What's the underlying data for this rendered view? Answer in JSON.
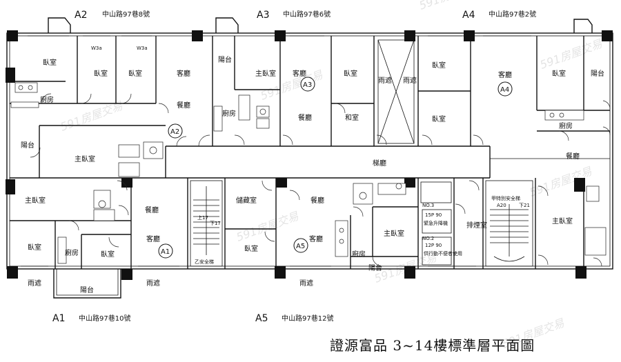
{
  "title": "證源富品 3~14樓標準層平面圖",
  "units": [
    {
      "code": "A2",
      "address": "中山路97巷8號"
    },
    {
      "code": "A3",
      "address": "中山路97巷6號"
    },
    {
      "code": "A4",
      "address": "中山路97巷2號"
    },
    {
      "code": "A1",
      "address": "中山路97巷10號"
    },
    {
      "code": "A5",
      "address": "中山路97巷12號"
    }
  ],
  "unit_markers": [
    "A1",
    "A2",
    "A3",
    "A4",
    "A5"
  ],
  "rooms": {
    "bedroom": "臥室",
    "master_bedroom": "主臥室",
    "living_room": "客廳",
    "dining_room": "餐廳",
    "kitchen": "廚房",
    "balcony": "陽台",
    "rain_shelter": "雨遮",
    "japanese_room": "和室",
    "lobby": "梯廳",
    "storage": "儲藏室",
    "smoke_room": "排煙室"
  },
  "tags": {
    "wc": "W3a",
    "stair_b": "乙安全梯",
    "stair_a": "甲特別安全梯",
    "elevator_3": "NO.3",
    "elevator_3_spec": "15P 90",
    "elevator_3_note": "緊急升降機",
    "elevator_2": "NO.2",
    "elevator_2_spec": "12P 90",
    "elevator_2_note": "供行動不便者使用",
    "up": "上17",
    "down": "下17",
    "a20": "A20",
    "a21": "下21"
  },
  "watermark": "591房屋交易"
}
